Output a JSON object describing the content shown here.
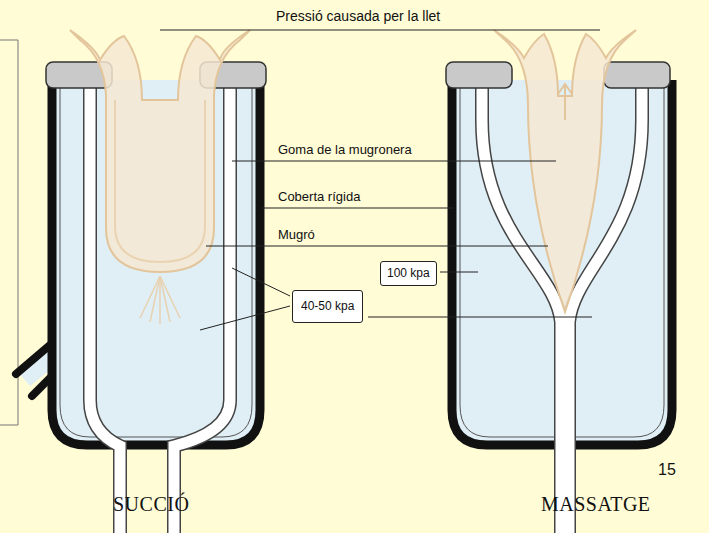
{
  "diagram": {
    "nodes": [
      {
        "text": [
          "100 kpa"
        ]
      },
      {
        "text": [
          "40-50 kpa"
        ]
      }
    ],
    "labels": [
      "Pressió causada per la llet",
      "Goma de la mugronera",
      "Coberta rígida",
      "Mugró",
      "SUCCIÓ",
      "MASSATGE",
      "15"
    ]
  }
}
